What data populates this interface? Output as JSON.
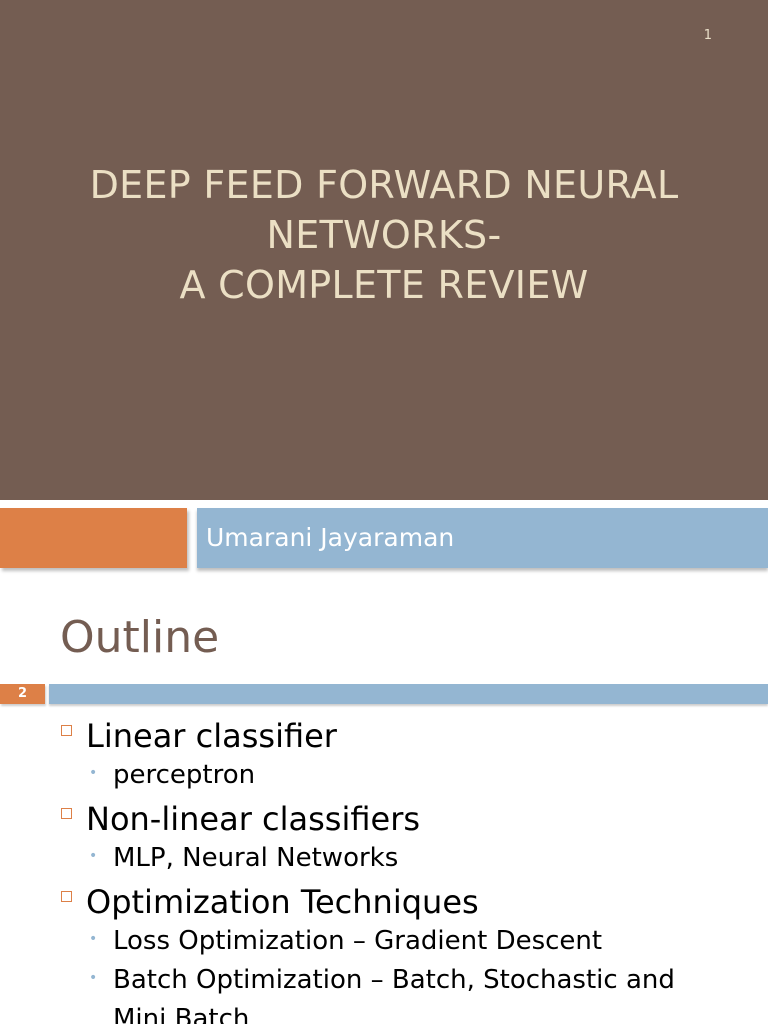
{
  "slide1": {
    "number": "1",
    "title_lines": [
      "DEEP FEED FORWARD NEURAL",
      "NETWORKS-",
      "A COMPLETE REVIEW"
    ],
    "author": "Umarani Jayaraman"
  },
  "slide2": {
    "number": "2",
    "title": "Outline",
    "items": [
      {
        "text": "Linear classifier",
        "subitems": [
          "perceptron"
        ]
      },
      {
        "text": "Non-linear classifiers",
        "subitems": [
          "MLP, Neural Networks"
        ]
      },
      {
        "text": "Optimization Techniques",
        "subitems": [
          "Loss Optimization – Gradient Descent",
          "Batch Optimization – Batch, Stochastic and",
          "Mini Batch"
        ]
      }
    ]
  },
  "colors": {
    "title_background": "#745d52",
    "title_text": "#ebdfc4",
    "accent_orange": "#dd8047",
    "accent_blue": "#94b6d2"
  }
}
